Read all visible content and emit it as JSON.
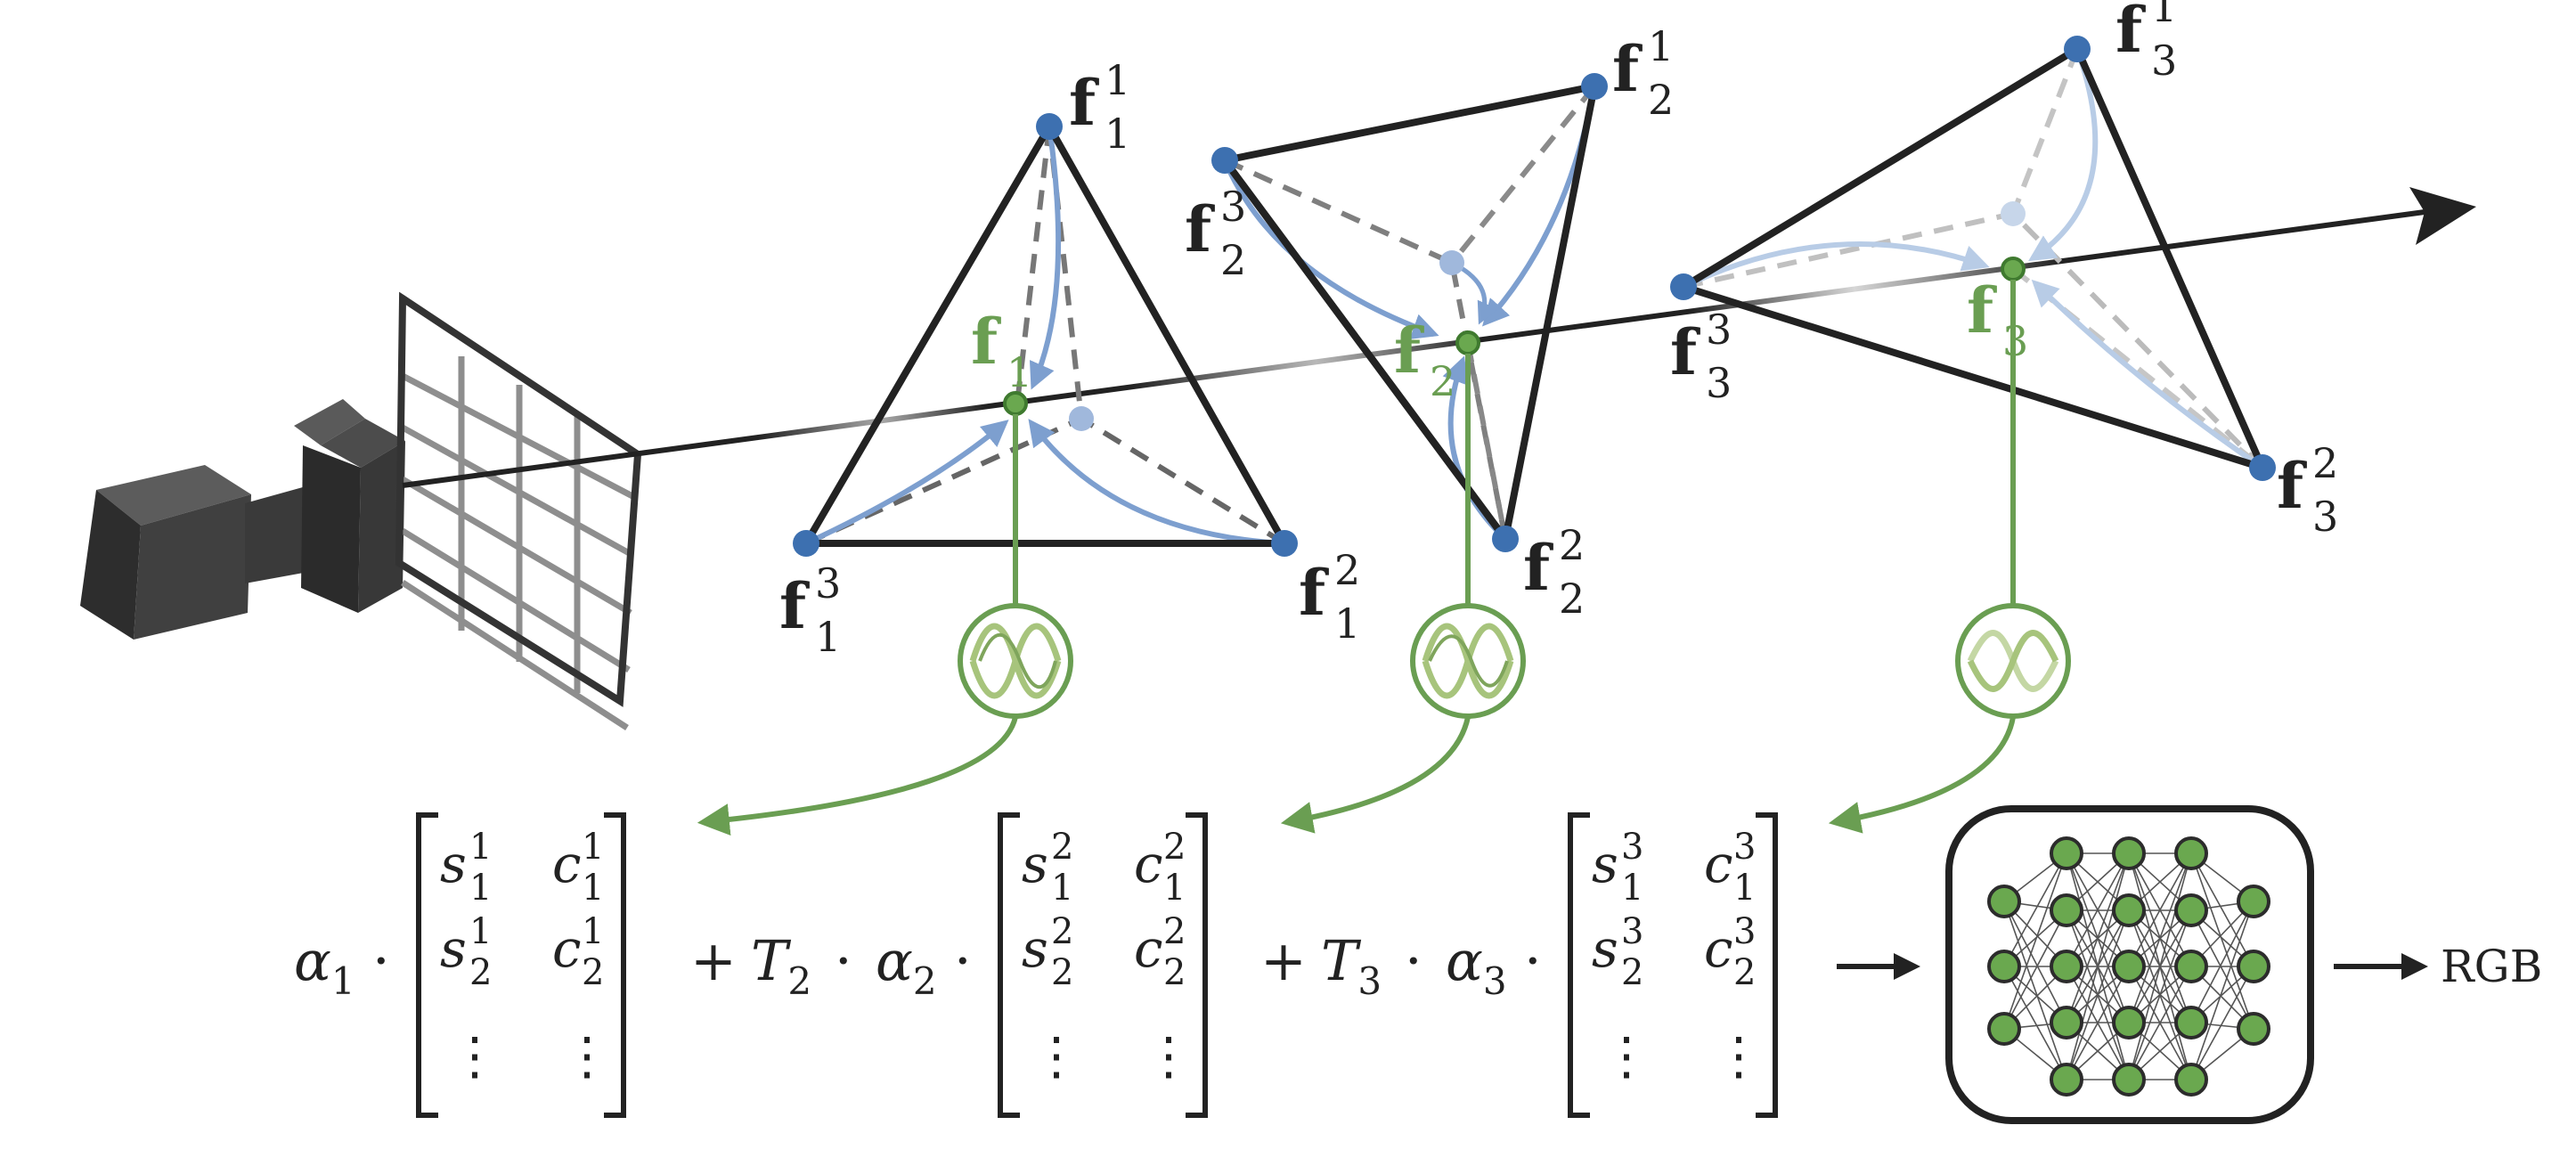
{
  "colors": {
    "ink": "#222222",
    "blue": "#3d70b0",
    "light_blue": "#8eaed6",
    "green": "#6a9e52",
    "node_green": "#6aa84f",
    "camera": "#404040",
    "grey_dash": "#8a8a8a"
  },
  "faces": [
    {
      "name": "face-1",
      "center_label": {
        "base": "f",
        "sub": "1"
      },
      "vertices": [
        {
          "base": "f",
          "sub": "1",
          "sup": "1"
        },
        {
          "base": "f",
          "sub": "1",
          "sup": "2"
        },
        {
          "base": "f",
          "sub": "1",
          "sup": "3"
        }
      ]
    },
    {
      "name": "face-2",
      "center_label": {
        "base": "f",
        "sub": "2"
      },
      "vertices": [
        {
          "base": "f",
          "sub": "2",
          "sup": "1"
        },
        {
          "base": "f",
          "sub": "2",
          "sup": "2"
        },
        {
          "base": "f",
          "sub": "2",
          "sup": "3"
        }
      ]
    },
    {
      "name": "face-3",
      "center_label": {
        "base": "f",
        "sub": "3"
      },
      "vertices": [
        {
          "base": "f",
          "sub": "3",
          "sup": "1"
        },
        {
          "base": "f",
          "sub": "3",
          "sup": "2"
        },
        {
          "base": "f",
          "sub": "3",
          "sup": "3"
        }
      ]
    }
  ],
  "equation": {
    "terms": [
      {
        "prefix": [
          {
            "t": "α",
            "i": true,
            "sub": "1"
          },
          {
            "t": "·"
          }
        ],
        "matrix": {
          "rows": [
            [
              {
                "base": "s",
                "sub": "1",
                "sup": "1"
              },
              {
                "base": "c",
                "sub": "1",
                "sup": "1"
              }
            ],
            [
              {
                "base": "s",
                "sub": "2",
                "sup": "1"
              },
              {
                "base": "c",
                "sub": "2",
                "sup": "1"
              }
            ],
            [
              {
                "base": "⋮"
              },
              {
                "base": "⋮"
              }
            ]
          ]
        }
      },
      {
        "prefix": [
          {
            "t": "+"
          },
          {
            "t": "T",
            "i": true,
            "sub": "2"
          },
          {
            "t": "·"
          },
          {
            "t": "α",
            "i": true,
            "sub": "2"
          },
          {
            "t": "·"
          }
        ],
        "matrix": {
          "rows": [
            [
              {
                "base": "s",
                "sub": "1",
                "sup": "2"
              },
              {
                "base": "c",
                "sub": "1",
                "sup": "2"
              }
            ],
            [
              {
                "base": "s",
                "sub": "2",
                "sup": "2"
              },
              {
                "base": "c",
                "sub": "2",
                "sup": "2"
              }
            ],
            [
              {
                "base": "⋮"
              },
              {
                "base": "⋮"
              }
            ]
          ]
        }
      },
      {
        "prefix": [
          {
            "t": "+"
          },
          {
            "t": "T",
            "i": true,
            "sub": "3"
          },
          {
            "t": "·"
          },
          {
            "t": "α",
            "i": true,
            "sub": "3"
          },
          {
            "t": "·"
          }
        ],
        "matrix": {
          "rows": [
            [
              {
                "base": "s",
                "sub": "1",
                "sup": "3"
              },
              {
                "base": "c",
                "sub": "1",
                "sup": "3"
              }
            ],
            [
              {
                "base": "s",
                "sub": "2",
                "sup": "3"
              },
              {
                "base": "c",
                "sub": "2",
                "sup": "3"
              }
            ],
            [
              {
                "base": "⋮"
              },
              {
                "base": "⋮"
              }
            ]
          ]
        }
      }
    ]
  },
  "output_label": "RGB",
  "icons": {
    "camera": "camera-icon",
    "image_plane": "pixel-grid-icon",
    "encoding": "sinusoid-encoding-icon",
    "mlp": "neural-network-icon",
    "arrow": "arrow-right-icon"
  }
}
